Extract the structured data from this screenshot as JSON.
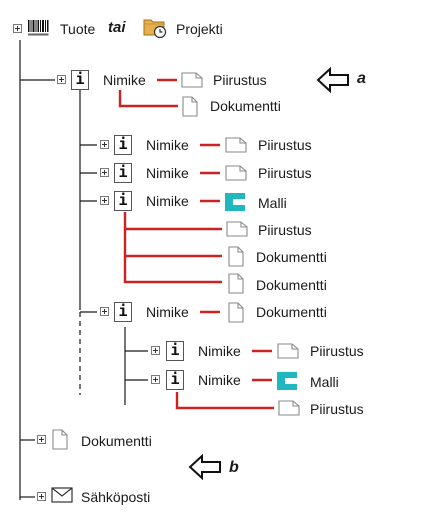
{
  "header": {
    "tuote": "Tuote",
    "tai": "tai",
    "projekti": "Projekti",
    "barcode_icon": "barcode-icon",
    "project_icon": "folder-clock-icon"
  },
  "labels": {
    "nimike": "Nimike",
    "piirustus": "Piirustus",
    "dokumentti": "Dokumentti",
    "malli": "Malli",
    "sahkoposti": "Sähköposti"
  },
  "callouts": {
    "a": "a",
    "b": "b"
  },
  "colors": {
    "link": "#cc2222",
    "line": "#1a1a1a",
    "model": "#1fb8c0",
    "doc": "#888888"
  }
}
